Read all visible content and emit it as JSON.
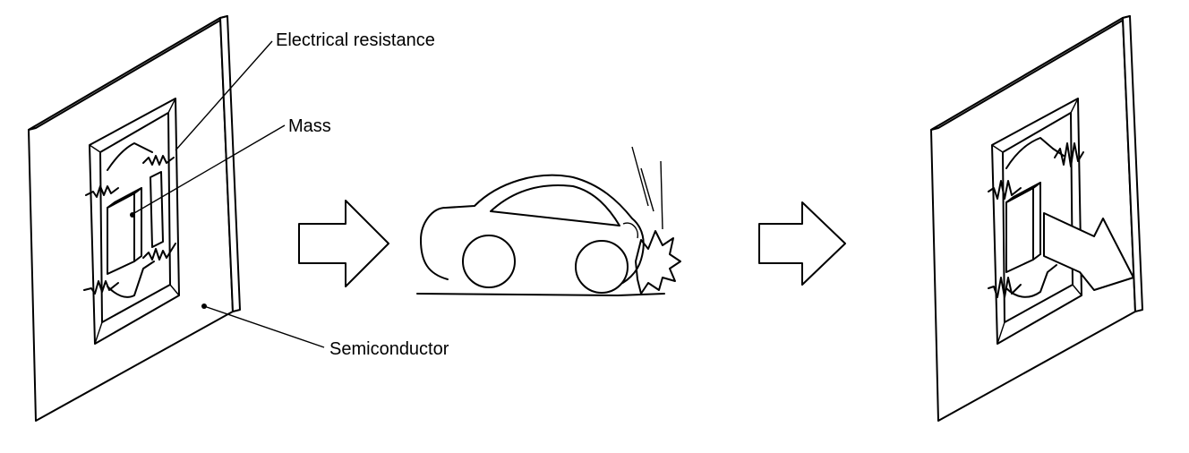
{
  "labels": {
    "resistance": "Electrical resistance",
    "mass": "Mass",
    "semiconductor": "Semiconductor"
  },
  "colors": {
    "stroke": "#000000",
    "background": "#ffffff"
  },
  "icons": [
    "arrow-right-icon",
    "car-crash-icon",
    "arrow-right-icon"
  ]
}
